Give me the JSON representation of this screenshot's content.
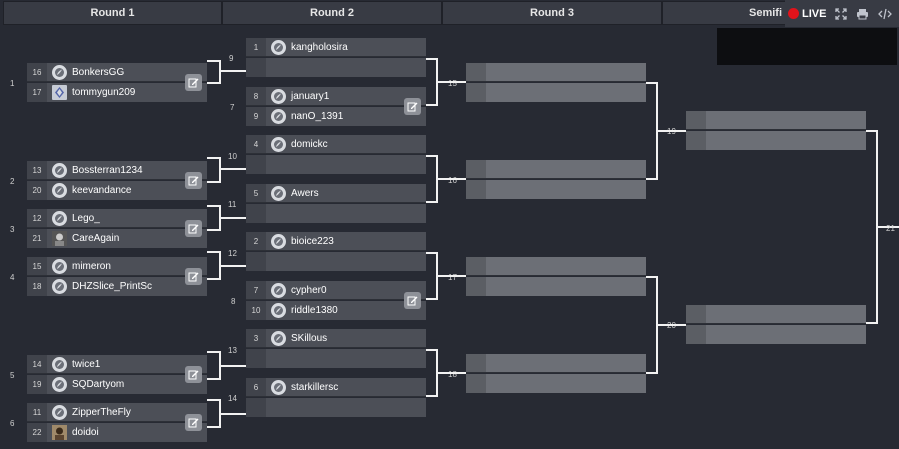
{
  "rounds": [
    "Round 1",
    "Round 2",
    "Round 3",
    "Semifi"
  ],
  "toolbar": {
    "live_label": "LIVE",
    "icons": [
      "live-indicator",
      "fullscreen-icon",
      "print-icon",
      "embed-code-icon"
    ]
  },
  "colors": {
    "background": "#272a33",
    "slot": "#4c4f57",
    "empty_slot": "#6c6f76",
    "connector": "#f2f2f2",
    "live": "#e0131b"
  },
  "round1": [
    {
      "num": "1",
      "players": [
        {
          "seed": "16",
          "name": "BonkersGG",
          "avatar": "default"
        },
        {
          "seed": "17",
          "name": "tommygun209",
          "avatar": "protoss"
        }
      ]
    },
    {
      "num": "2",
      "players": [
        {
          "seed": "13",
          "name": "Bossterran1234",
          "avatar": "default"
        },
        {
          "seed": "20",
          "name": "keevandance",
          "avatar": "default"
        }
      ]
    },
    {
      "num": "3",
      "players": [
        {
          "seed": "12",
          "name": "Lego_",
          "avatar": "default"
        },
        {
          "seed": "21",
          "name": "CareAgain",
          "avatar": "photo"
        }
      ]
    },
    {
      "num": "4",
      "players": [
        {
          "seed": "15",
          "name": "mimeron",
          "avatar": "default"
        },
        {
          "seed": "18",
          "name": "DHZSlice_PrintSc",
          "avatar": "default"
        }
      ]
    },
    {
      "num": "5",
      "players": [
        {
          "seed": "14",
          "name": "twice1",
          "avatar": "default"
        },
        {
          "seed": "19",
          "name": "SQDartyom",
          "avatar": "default"
        }
      ]
    },
    {
      "num": "6",
      "players": [
        {
          "seed": "11",
          "name": "ZipperTheFly",
          "avatar": "default"
        },
        {
          "seed": "22",
          "name": "doidoi",
          "avatar": "photo2"
        }
      ]
    }
  ],
  "round2": [
    {
      "num": "9",
      "players": [
        {
          "seed": "1",
          "name": "kangholosira"
        },
        {
          "seed": "",
          "name": ""
        }
      ]
    },
    {
      "num": "7",
      "players": [
        {
          "seed": "8",
          "name": "january1"
        },
        {
          "seed": "9",
          "name": "nanO_1391"
        }
      ]
    },
    {
      "num": "10",
      "players": [
        {
          "seed": "4",
          "name": "domickc"
        },
        {
          "seed": "",
          "name": ""
        }
      ]
    },
    {
      "num": "11",
      "players": [
        {
          "seed": "5",
          "name": "Awers"
        },
        {
          "seed": "",
          "name": ""
        }
      ]
    },
    {
      "num": "12",
      "players": [
        {
          "seed": "2",
          "name": "bioice223"
        },
        {
          "seed": "",
          "name": ""
        }
      ]
    },
    {
      "num": "8",
      "players": [
        {
          "seed": "7",
          "name": "cypher0"
        },
        {
          "seed": "10",
          "name": "riddle1380"
        }
      ]
    },
    {
      "num": "13",
      "players": [
        {
          "seed": "3",
          "name": "SKillous"
        },
        {
          "seed": "",
          "name": ""
        }
      ]
    },
    {
      "num": "14",
      "players": [
        {
          "seed": "6",
          "name": "starkillersc"
        },
        {
          "seed": "",
          "name": ""
        }
      ]
    }
  ],
  "round3": [
    {
      "num": "15"
    },
    {
      "num": "16"
    },
    {
      "num": "17"
    },
    {
      "num": "18"
    }
  ],
  "semis": [
    {
      "num": "19"
    },
    {
      "num": "20"
    }
  ],
  "final": {
    "num": "21"
  }
}
